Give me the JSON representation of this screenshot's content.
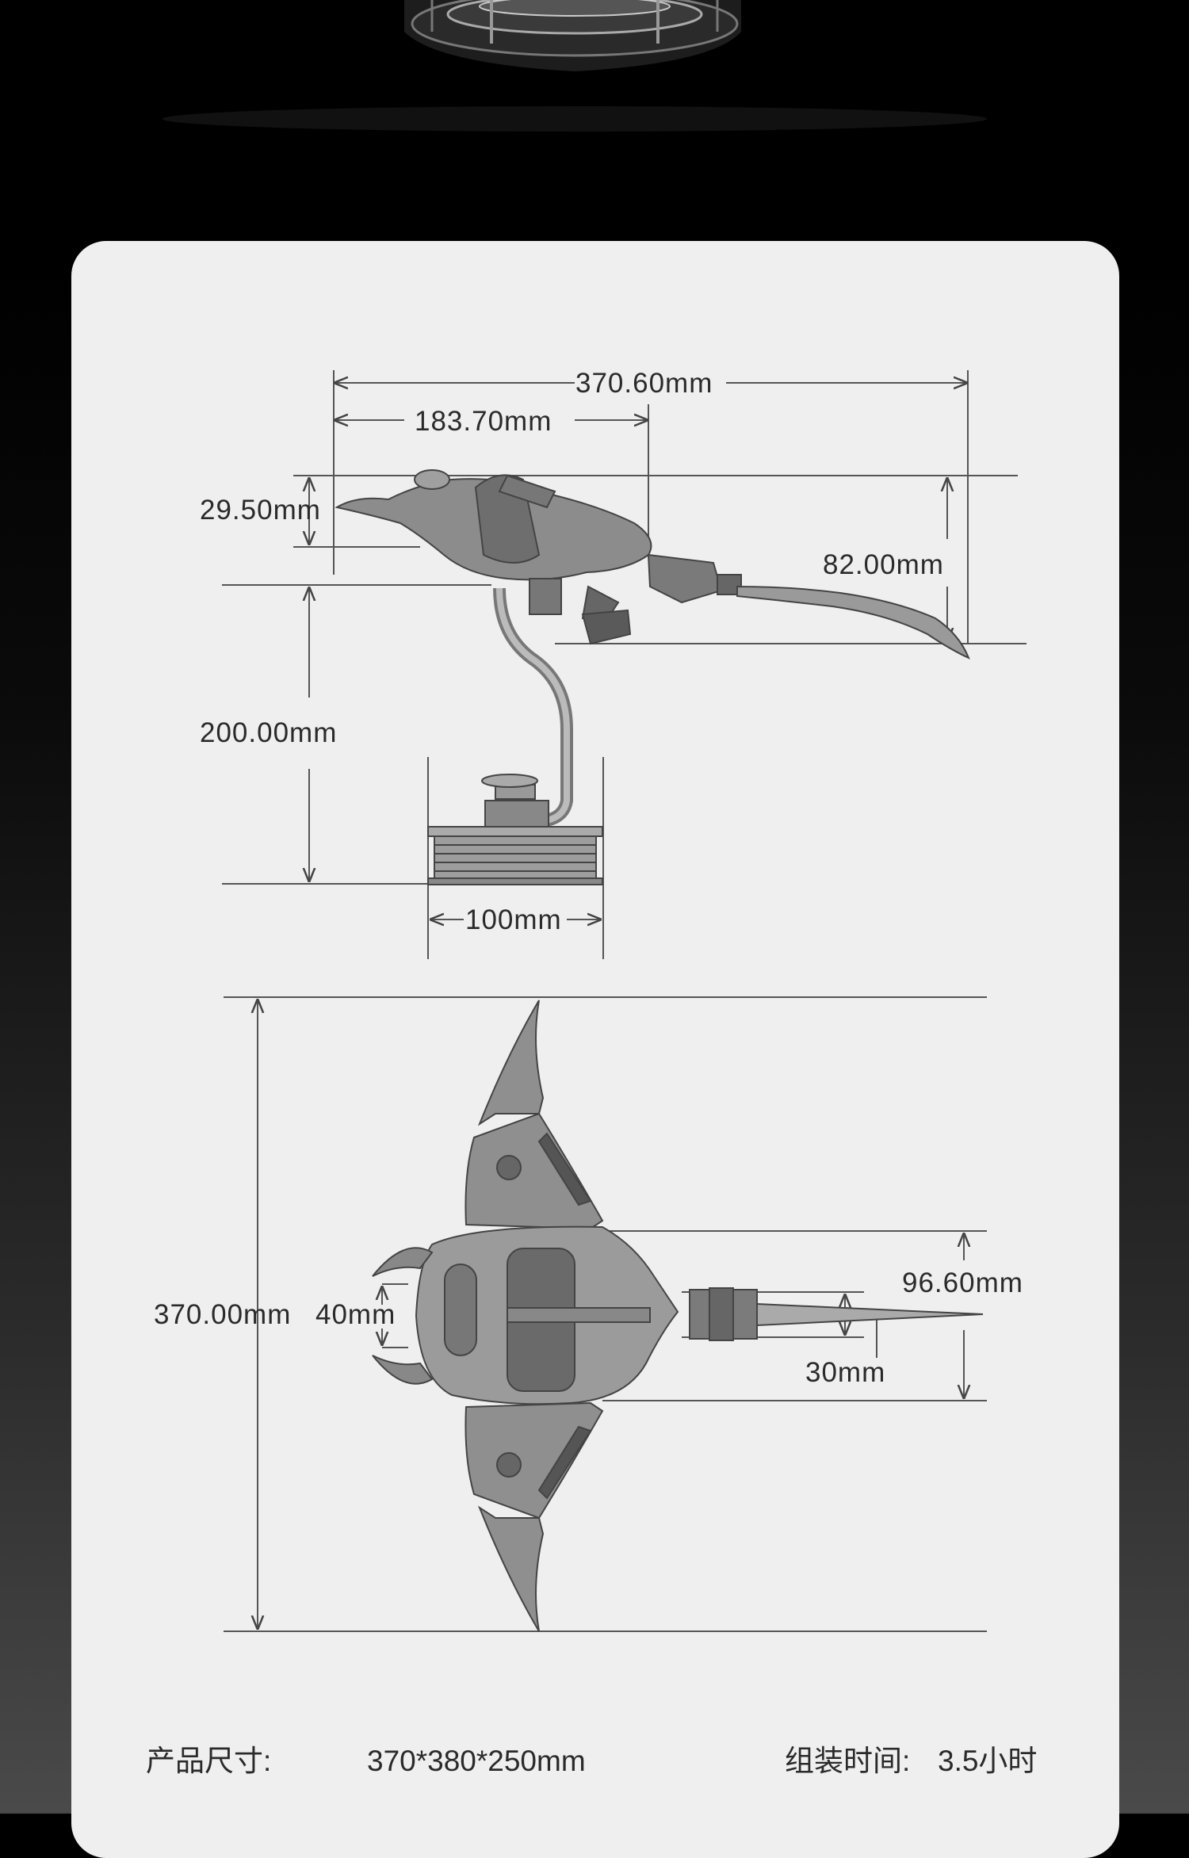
{
  "dimensions": {
    "total_length": "370.60mm",
    "body_length": "183.70mm",
    "body_thickness": "29.50mm",
    "side_height": "82.00mm",
    "stand_height": "200.00mm",
    "base_width": "100mm",
    "wingspan": "370.00mm",
    "mouth_width": "40mm",
    "body_width": "96.60mm",
    "tail_width": "30mm"
  },
  "specs": {
    "size_label": "产品尺寸:",
    "size_value": "370*380*250mm",
    "assembly_label": "组装时间:",
    "assembly_value": "3.5小时"
  }
}
